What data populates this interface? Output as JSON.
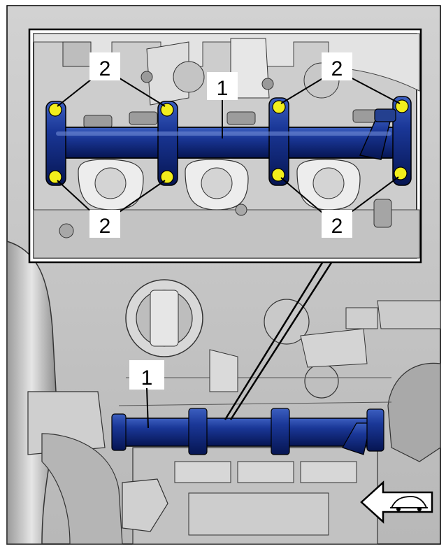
{
  "diagram": {
    "callouts": {
      "rail_detail": "1",
      "rail_overview": "1",
      "bolt_top_left": "2",
      "bolt_top_right": "2",
      "bolt_bottom_left": "2",
      "bolt_bottom_right": "2"
    },
    "direction_icon": "car-forward-arrow-icon",
    "colors": {
      "fuel_rail": "#0a1f73",
      "fuel_rail_highlight": "#3c5fc0",
      "bolts": "#f2ee1c",
      "engine_gray": "#c6c6c6",
      "outline": "#000000"
    }
  }
}
